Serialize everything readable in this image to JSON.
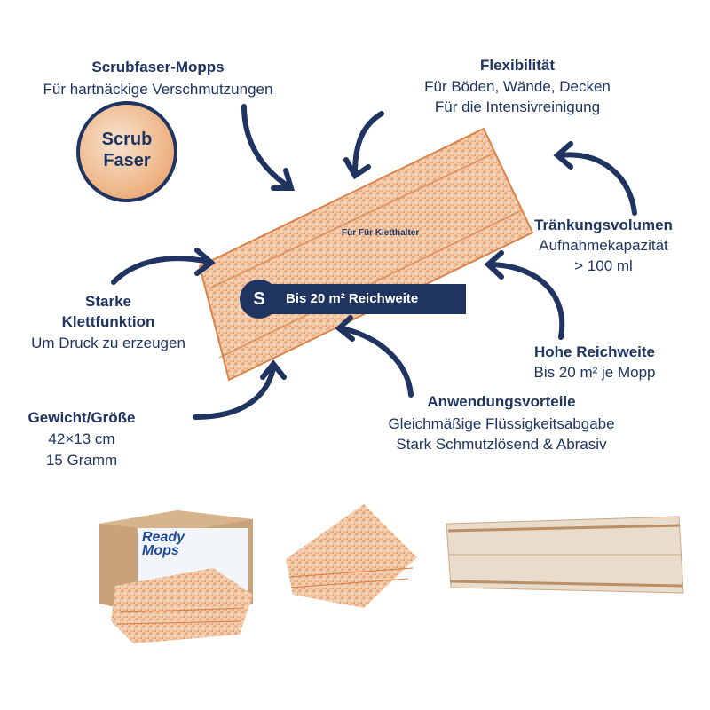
{
  "features": {
    "scrub": {
      "title": "Scrubfaser-Mopps",
      "lines": [
        "Für hartnäckige Verschmutzungen"
      ]
    },
    "flex": {
      "title": "Flexibilität",
      "lines": [
        "Für Böden, Wände, Decken",
        "Für die Intensivreinigung"
      ]
    },
    "volume": {
      "title": "Tränkungsvolumen",
      "lines": [
        "Aufnahmekapazität",
        "> 100 ml"
      ]
    },
    "velcro": {
      "title": [
        "Starke",
        "Klettfunktion"
      ],
      "lines": [
        "Um Druck zu erzeugen"
      ]
    },
    "reach": {
      "title": "Hohe Reichweite",
      "lines": [
        "Bis 20 m² je Mopp"
      ]
    },
    "usage": {
      "title": "Anwendungsvorteile",
      "lines": [
        "Gleichmäßige Flüssigkeitsabgabe",
        "Stark Schmutzlösend & Abrasiv"
      ]
    },
    "weight": {
      "title": "Gewicht/Größe",
      "lines": [
        "42×13 cm",
        "15 Gramm"
      ]
    }
  },
  "scrub_badge": [
    "Scrub",
    "Faser"
  ],
  "mop": {
    "label": "Für Für Kletthalter",
    "size_badge": "S",
    "banner": "Bis 20 m² Reichweite"
  },
  "box_brand": [
    "Ready",
    "Mops"
  ],
  "colors": {
    "navy": "#1f3461",
    "orange": "#e8874a",
    "beige": "#e9dccb"
  }
}
